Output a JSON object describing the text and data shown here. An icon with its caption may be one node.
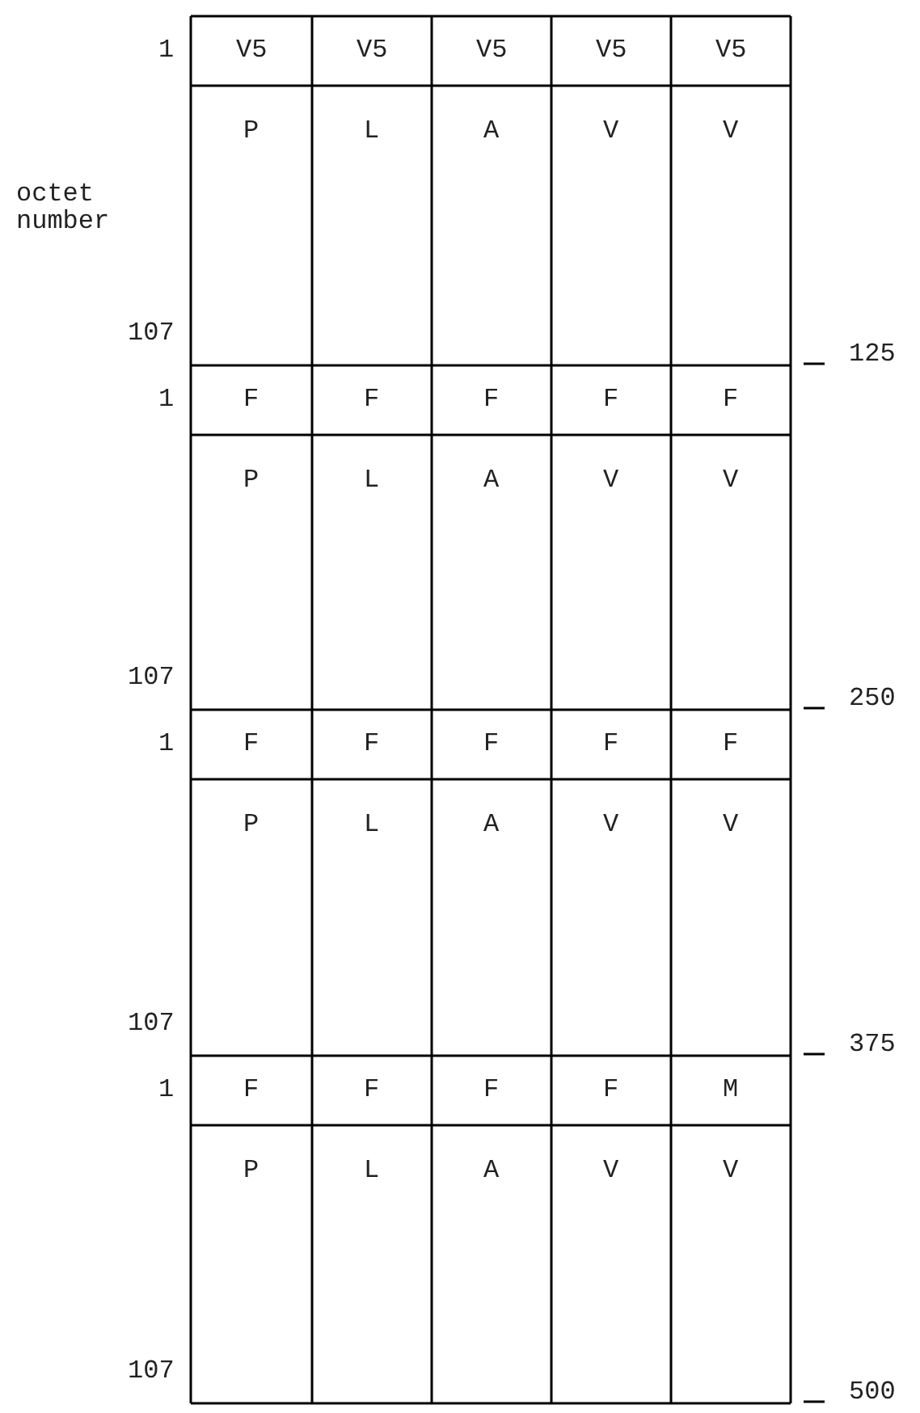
{
  "diagram": {
    "labels": [
      "1",
      "V5",
      "V5",
      "V5",
      "V5",
      "V5",
      "P",
      "L",
      "A",
      "V",
      "V",
      "octet number",
      "107",
      "125",
      "1",
      "F",
      "F",
      "F",
      "F",
      "F",
      "P",
      "L",
      "A",
      "V",
      "V",
      "107",
      "250",
      "1",
      "F",
      "F",
      "F",
      "F",
      "F",
      "P",
      "L",
      "A",
      "V",
      "V",
      "107",
      "375",
      "1",
      "F",
      "F",
      "F",
      "F",
      "M",
      "P",
      "L",
      "A",
      "V",
      "V",
      "107",
      "500"
    ]
  }
}
